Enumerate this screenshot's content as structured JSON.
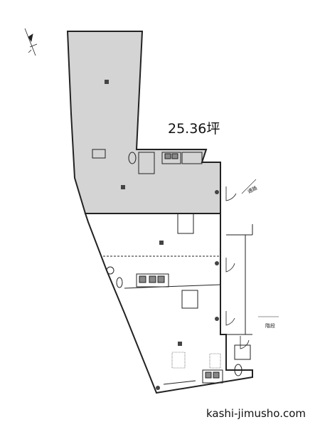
{
  "floor_plan": {
    "area_label": "25.36坪",
    "watermark": "kashi-jimusho.com",
    "street_labels": [
      "通路",
      "階段"
    ],
    "colors": {
      "leased_fill": "#d4d4d4",
      "wall": "#222222",
      "background": "#ffffff"
    },
    "icons": [
      "north-arrow-icon",
      "outlet-icon",
      "door-swing-icon",
      "toilet-icon",
      "sink-icon",
      "stair-icon"
    ]
  }
}
